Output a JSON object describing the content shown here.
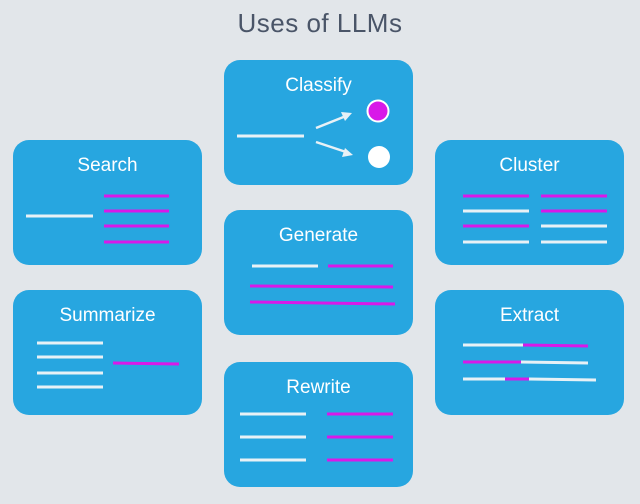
{
  "title": "Uses of LLMs",
  "colors": {
    "background": "#e2e6ea",
    "card": "#27a6e0",
    "line_white": "#e8f1f6",
    "line_magenta": "#d819e8",
    "title_text": "#4a5568"
  },
  "cards": {
    "classify": "Classify",
    "search": "Search",
    "cluster": "Cluster",
    "generate": "Generate",
    "summarize": "Summarize",
    "extract": "Extract",
    "rewrite": "Rewrite"
  }
}
